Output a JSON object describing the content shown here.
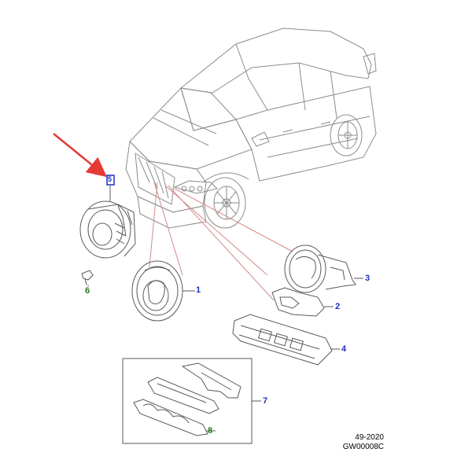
{
  "colors": {
    "line": "#5a5a5a",
    "car": "#8c8c8c",
    "leader_red": "#d48a8a",
    "arrow": "#e53935",
    "label_blue": "#1a2fc8",
    "label_green": "#1d7a1d",
    "highlight_box": "#1a2fc8"
  },
  "callouts": [
    {
      "id": "1",
      "color": "label_blue"
    },
    {
      "id": "2",
      "color": "label_blue"
    },
    {
      "id": "3",
      "color": "label_blue"
    },
    {
      "id": "4",
      "color": "label_blue"
    },
    {
      "id": "5",
      "color": "label_blue"
    },
    {
      "id": "6",
      "color": "label_green"
    },
    {
      "id": "7",
      "color": "label_blue"
    },
    {
      "id": "8",
      "color": "label_green"
    }
  ],
  "footer": {
    "date_code": "49-2020",
    "diagram_code": "GW00008C"
  }
}
